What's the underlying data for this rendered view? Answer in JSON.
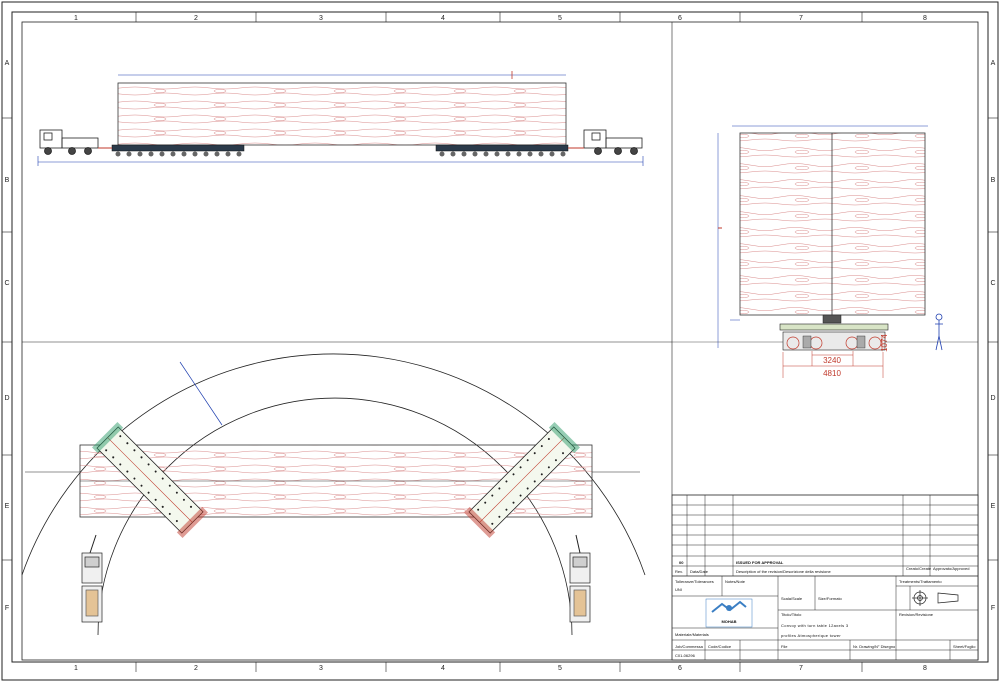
{
  "border": {
    "columns": [
      "1",
      "2",
      "3",
      "4",
      "5",
      "6",
      "7",
      "8"
    ],
    "rows": [
      "A",
      "B",
      "C",
      "D",
      "E",
      "F"
    ]
  },
  "end_view": {
    "dimensions": {
      "height": "1074",
      "inner_width": "3240",
      "outer_width": "4810"
    }
  },
  "title_block": {
    "revision_row": {
      "number": "00",
      "description": "ISSUED FOR APPROVAL"
    },
    "headers": {
      "rev": "Rev.",
      "date": "Data/Date",
      "description": "Description of the revision/Descrizione della revisione",
      "created": "Creato/Create",
      "approved": "Approvato/Approved"
    },
    "tolerance_label": "Tolleranze/Tolerances",
    "tolerance_value": "UNI",
    "notes_label": "Notes/Note",
    "treatments_label": "Treatments/Trattamento",
    "scale_label": "Scala/Scale",
    "size_label": "Size/Formato",
    "title_label": "Titolo/Titolo",
    "revision_label": "Revision/Revisione",
    "material_label": "Materiale/Materials",
    "title_line1": "Convoy with turn table 12axels 3",
    "title_line2": "profiles Atmospherique tower",
    "job_label": "Job/Commessa",
    "job_value": "C01-06296",
    "code_label": "Code/Codice",
    "file_label": "File",
    "drawing_label": "Nr. Drawing/N° Disegno",
    "sheet_label": "Sheet/Foglio",
    "logo_text": "MOHAB"
  },
  "colors": {
    "line": "#222222",
    "wood": "#d98c8c",
    "dimension": "#c0392b",
    "dim_blue": "#1f3fb0",
    "logo": "#3b7fc4",
    "accent": "#2e9c6a"
  }
}
